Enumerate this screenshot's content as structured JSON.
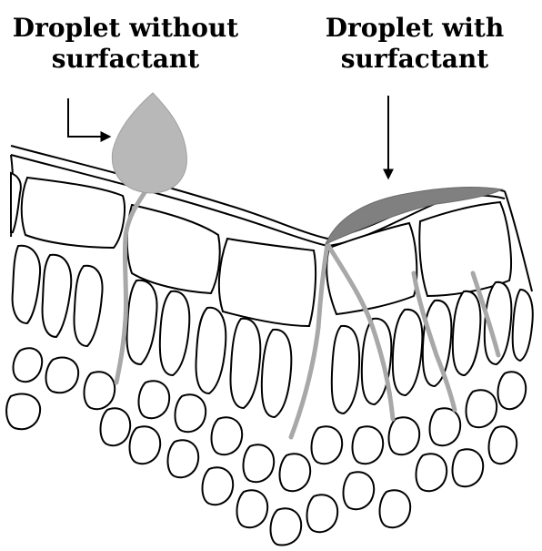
{
  "labels": {
    "without": {
      "line1": "Droplet without",
      "line2": "surfactant"
    },
    "with": {
      "line1": "Droplet with",
      "line2": "surfactant"
    }
  },
  "colors": {
    "droplet_without": "#b8b8b8",
    "droplet_with": "#808080",
    "vein": "#a8a8a8",
    "cell_outline": "#000000",
    "background": "#ffffff"
  }
}
